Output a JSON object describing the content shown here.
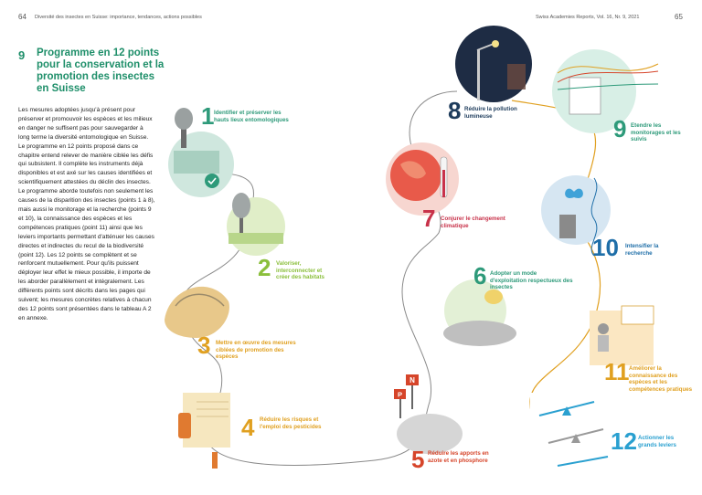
{
  "header": {
    "left_page_number": "64",
    "left_running_title": "Diversité des insectes en Suisse: importance, tendances, actions possibles",
    "right_running_title": "Swiss Academies Reports, Vol. 16, Nr. 9, 2021",
    "right_page_number": "65"
  },
  "section": {
    "number": "9",
    "title": "Programme en 12 points pour la conservation et la promotion des insectes en Suisse"
  },
  "body": {
    "paragraph1": "Les mesures adoptées jusqu'à présent pour préserver et promouvoir les espèces et les milieux en danger ne suffisent pas pour sauvegarder à long terme la diversité entomologique en Suisse. Le programme en 12 points proposé dans ce chapitre entend relever de manière ciblée les défis qui subsistent. Il complète les instruments déjà disponibles et est axé sur les causes identifiées et scientifiquement attestées du déclin des insectes.",
    "paragraph2": "Le programme aborde toutefois non seulement les causes de la disparition des insectes (points 1 à 8), mais aussi le monitorage et la recherche (points 9 et 10), la connaissance des espèces et les compétences pratiques (point 11) ainsi que les leviers importants permettant d'atténuer les causes directes et indirectes du recul de la biodiversité (point 12). Les 12 points se complètent et se renforcent mutuellement. Pour qu'ils puissent déployer leur effet le mieux possible, il importe de les aborder parallèlement et intégralement. Les différents points sont décrits dans les pages qui suivent; les mesures concrètes relatives à chacun des 12 points sont présentées dans le tableau A 2 en annexe."
  },
  "points": [
    {
      "number": "1",
      "label": "Identifier et préserver les hauts lieux entomologiques",
      "color": "#2e9a7a"
    },
    {
      "number": "2",
      "label": "Valoriser, interconnecter et créer des habitats",
      "color": "#8bbf3c"
    },
    {
      "number": "3",
      "label": "Mettre en œuvre des mesures ciblées de promotion des espèces",
      "color": "#e0a020"
    },
    {
      "number": "4",
      "label": "Réduire les risques et l'emploi des pesticides",
      "color": "#e0a020"
    },
    {
      "number": "5",
      "label": "Réduire les apports en azote et en phosphore",
      "color": "#d6452a"
    },
    {
      "number": "6",
      "label": "Adopter un mode d'exploitation respectueux des insectes",
      "color": "#2e9a7a"
    },
    {
      "number": "7",
      "label": "Conjurer le changement climatique",
      "color": "#c8324a"
    },
    {
      "number": "8",
      "label": "Réduire la pollution lumineuse",
      "color": "#1e3c5c"
    },
    {
      "number": "9",
      "label": "Etendre les monitorages et les suivis",
      "color": "#2e9a7a"
    },
    {
      "number": "10",
      "label": "Intensifier la recherche",
      "color": "#1e6ea8"
    },
    {
      "number": "11",
      "label": "Améliorer la connaissance des espèces et les compétences pratiques",
      "color": "#e0a020"
    },
    {
      "number": "12",
      "label": "Actionner les grands leviers",
      "color": "#2aa0d0"
    }
  ],
  "signs": {
    "n": "N",
    "p": "P"
  }
}
